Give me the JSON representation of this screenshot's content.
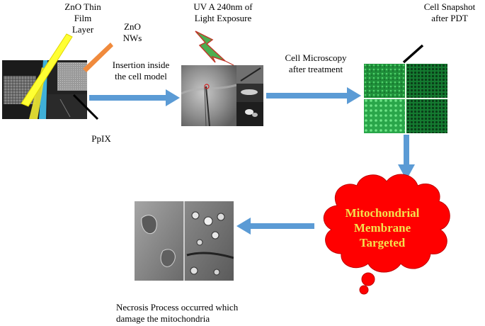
{
  "labels": {
    "zno_thin_film": "ZnO Thin\nFilm\nLayer",
    "zno_nws": "ZnO\nNWs",
    "uv_exposure": "UV  A 240nm  of\nLight Exposure",
    "cell_snapshot": "Cell Snapshot\nafter PDT",
    "insertion": "Insertion inside\nthe cell model",
    "cell_microscopy": "Cell Microscopy\nafter treatment",
    "ppix": "PpIX",
    "necrosis": "Necrosis Process occurred which\ndamage the mitochondria"
  },
  "cloud": {
    "text": "Mitochondrial\nMembrane\nTargeted"
  },
  "colors": {
    "arrow": "#5b9bd5",
    "cloud_fill": "#ff0000",
    "cloud_text": "#f4e04d",
    "yellow_marker": "#ffff33",
    "orange_marker": "#f08a3c",
    "lightning_fill": "#4caf50",
    "lightning_stroke": "#c0392b"
  }
}
